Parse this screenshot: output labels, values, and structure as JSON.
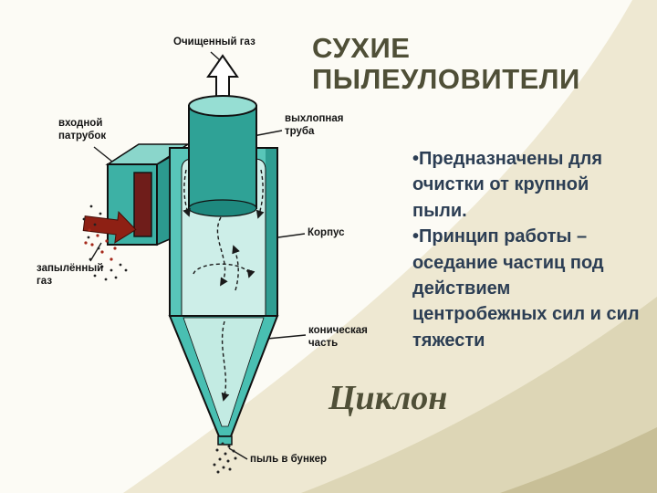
{
  "slide": {
    "title_line1": "СУХИЕ",
    "title_line2": "ПЫЛЕУЛОВИТЕЛИ",
    "bullets": [
      "•Предназначены для очистки от крупной пыли.",
      "•Принцип работы – оседание частиц под действием центробежных сил и сил тяжести"
    ],
    "caption": "Циклон"
  },
  "diagram": {
    "labels": {
      "clean_gas": "Очищенный газ",
      "inlet_pipe": "входной патрубок",
      "exhaust_pipe": "выхлопная труба",
      "body": "Корпус",
      "dusty_gas": "запылённый газ",
      "conical_part": "коническая часть",
      "dust_to_bunker": "пыль в бункер"
    }
  },
  "colors": {
    "teal_body": "#58c6b9",
    "teal_dark": "#2fa296",
    "teal_shadow": "#2c9a8f",
    "interior_light": "#cdeee8",
    "maroon_panel": "#6f1d1a",
    "red_arrow": "#8e2014",
    "title_olive": "#4f4f37",
    "bullet_navy": "#2c3e54",
    "background_cream": "#eee8d2"
  }
}
